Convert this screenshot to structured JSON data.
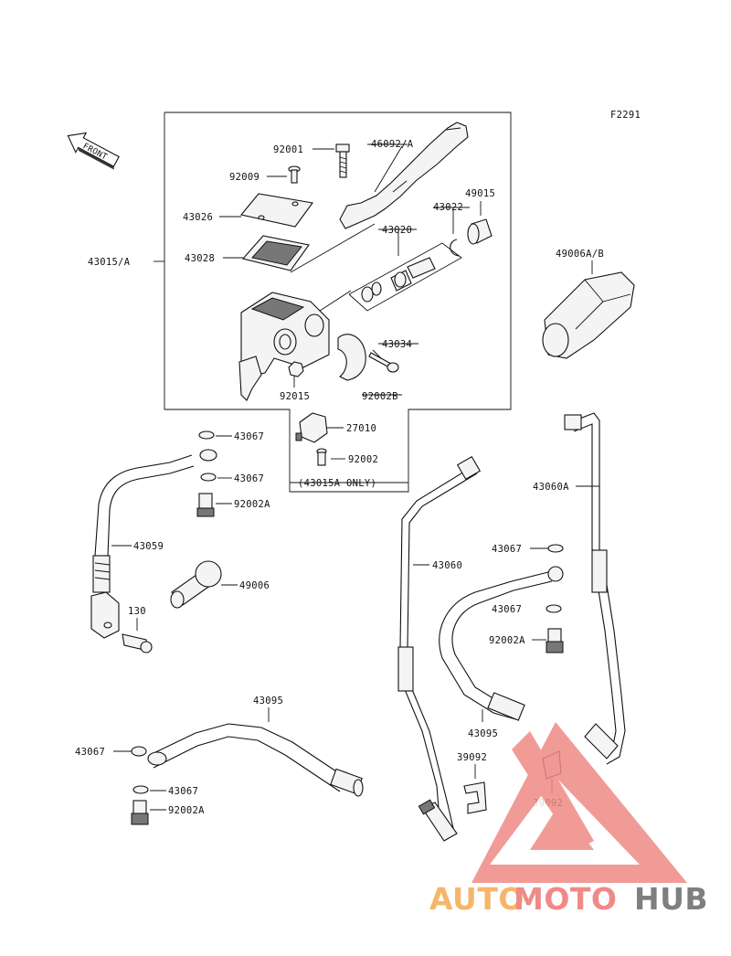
{
  "figure_code": "F2291",
  "front_label": "FRONT",
  "note": "(43015A ONLY)",
  "labels": {
    "l_92001": "92001",
    "l_46092": "46092/A",
    "l_92009": "92009",
    "l_43026": "43026",
    "l_43022": "43022",
    "l_49015": "49015",
    "l_43020": "43020",
    "l_43015": "43015/A",
    "l_43028": "43028",
    "l_49006AB": "49006A/B",
    "l_43034": "43034",
    "l_92015": "92015",
    "l_92002B": "92002B",
    "l_27010": "27010",
    "l_92002": "92002",
    "l_43067_a": "43067",
    "l_43067_b": "43067",
    "l_92002A_a": "92002A",
    "l_43059": "43059",
    "l_49006": "49006",
    "l_130": "130",
    "l_43060": "43060",
    "l_43060A": "43060A",
    "l_43067_c": "43067",
    "l_43067_d": "43067",
    "l_92002A_b": "92002A",
    "l_43095_top": "43095",
    "l_43095_mid": "43095",
    "l_43067_e": "43067",
    "l_43067_f": "43067",
    "l_92002A_c": "92002A",
    "l_39092_a": "39092",
    "l_39092_b": "39092"
  },
  "watermark": {
    "part1": "AUTO",
    "part2": "MOTO",
    "part3": "HUB",
    "color_orange": "#f6b66a",
    "color_red": "#ef8a86",
    "color_gray": "#7f7f7f"
  }
}
